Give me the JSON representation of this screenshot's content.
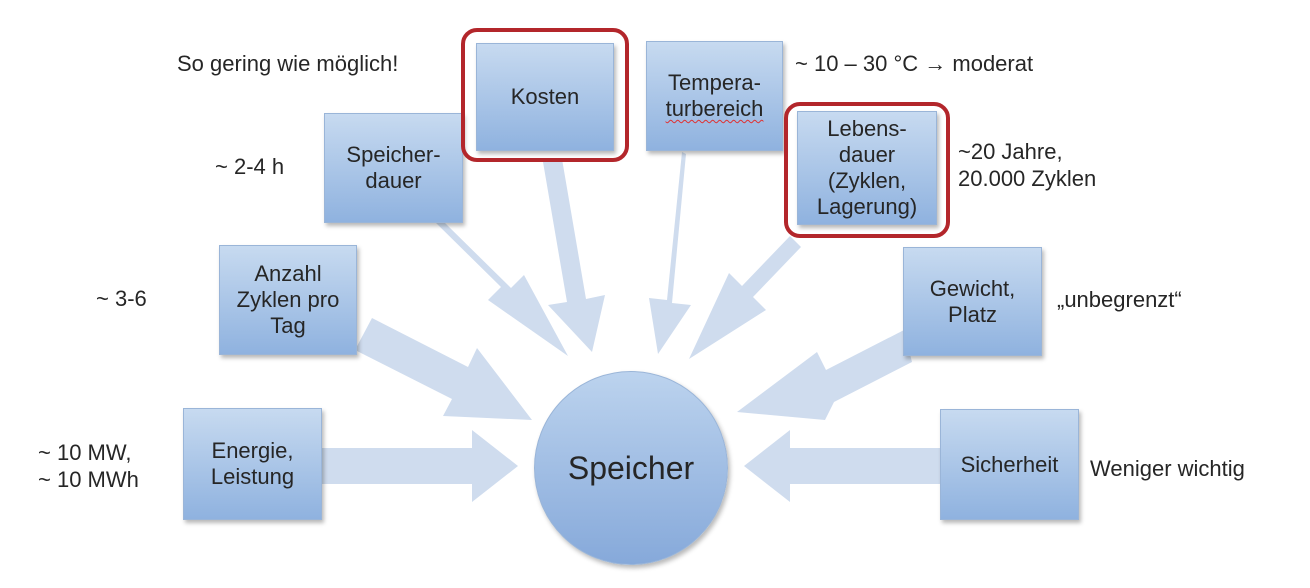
{
  "center": {
    "label": "Speicher"
  },
  "boxes": {
    "energie": {
      "line1": "Energie,",
      "line2": "Leistung"
    },
    "zyklen": {
      "line1": "Anzahl",
      "line2": "Zyklen pro",
      "line3": "Tag"
    },
    "speicherdauer": {
      "line1": "Speicher-",
      "line2": "dauer"
    },
    "kosten": {
      "line1": "Kosten"
    },
    "temperatur": {
      "line1": "Tempera-",
      "line2": "turbereich"
    },
    "lebensdauer": {
      "line1": "Lebens-",
      "line2": "dauer",
      "line3": "(Zyklen,",
      "line4": "Lagerung)"
    },
    "gewicht": {
      "line1": "Gewicht,",
      "line2": "Platz"
    },
    "sicherheit": {
      "line1": "Sicherheit"
    }
  },
  "notes": {
    "energie": {
      "line1": "~ 10 MW,",
      "line2": "~ 10 MWh"
    },
    "zyklen": "~ 3-6",
    "speicherdauer": "~ 2-4 h",
    "kosten": "So gering wie möglich!",
    "temperatur": "~ 10 – 30 °C → moderat",
    "lebensdauer": {
      "line1": "~20 Jahre,",
      "line2": "20.000 Zyklen"
    },
    "gewicht": "„unbegrenzt“",
    "sicherheit": "Weniger wichtig"
  },
  "colors": {
    "box_fill": "#a9c4e6",
    "arrow": "#cfdcee",
    "highlight": "#b3262b"
  }
}
